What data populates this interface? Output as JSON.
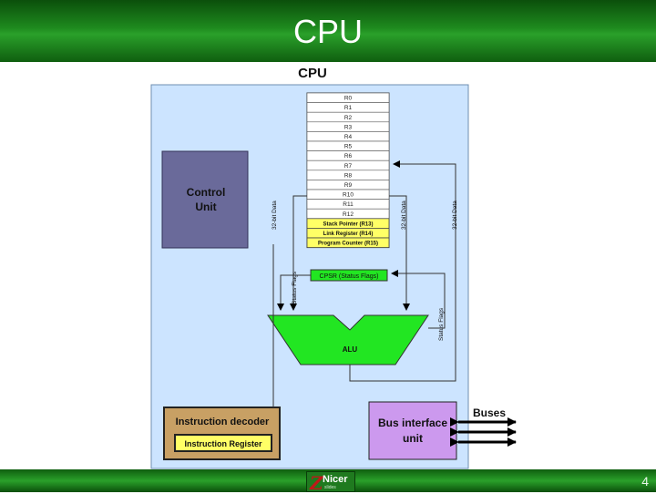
{
  "slide": {
    "title": "CPU",
    "page_number": "4",
    "logo_text": "Nicer",
    "logo_subtext": "slides"
  },
  "diagram": {
    "title": "CPU",
    "registers": [
      "R0",
      "R1",
      "R2",
      "R3",
      "R4",
      "R5",
      "R6",
      "R7",
      "R8",
      "R9",
      "R10",
      "R11",
      "R12"
    ],
    "special_registers": [
      "Stack Pointer (R13)",
      "Link Register (R14)",
      "Program Counter (R15)"
    ],
    "cpsr": "CPSR (Status Flags)",
    "alu": "ALU",
    "control_unit": [
      "Control",
      "Unit"
    ],
    "instruction_decoder": "Instruction decoder",
    "instruction_register": "Instruction Register",
    "bus_interface": [
      "Bus interface",
      "unit"
    ],
    "buses": "Buses",
    "label_data_left": "32-bit Data",
    "label_data_mid": "32-bit Data",
    "label_data_right": "32-bit Data",
    "label_status_left": "Status Flags",
    "label_status_right": "Status Flags",
    "colors": {
      "cpu_bg": "#cce4ff",
      "control_unit": "#6a6a9a",
      "alu": "#22e622",
      "cpsr": "#22e622",
      "special_reg": "#ffff66",
      "decoder": "#c8a064",
      "bus_interface": "#cc99ee"
    }
  }
}
